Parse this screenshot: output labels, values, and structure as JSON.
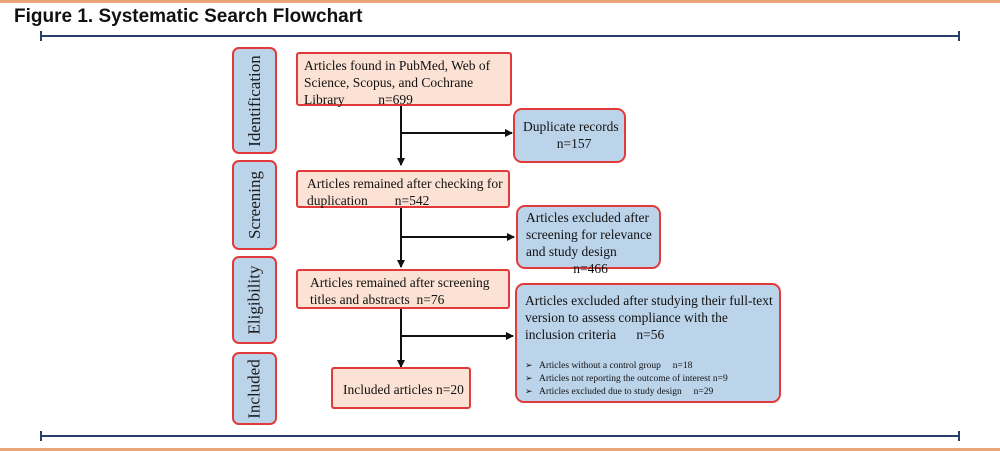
{
  "figure_title": "Figure 1. Systematic Search Flowchart",
  "stages": {
    "identification": "Identification",
    "screening": "Screening",
    "eligibility": "Eligibility",
    "included": "Included"
  },
  "boxes": {
    "identified": "Articles found in PubMed, Web of\nScience, Scopus, and Cochrane\nLibrary          n=699",
    "duplicates": "Duplicate records\n          n=157",
    "after_duplication": "Articles remained after checking for\nduplication        n=542",
    "excluded_relevance": "Articles excluded after\nscreening for relevance\nand study design\n              n=466",
    "after_screening": "Articles remained after screening\ntitles and abstracts  n=76",
    "excluded_fulltext": "Articles excluded after studying their full-text\nversion to assess compliance with the\ninclusion criteria      n=56",
    "included": "Included articles n=20"
  },
  "exclusion_reasons": [
    "Articles without a control group     n=18",
    "Articles not reporting the outcome of interest n=9",
    "Articles excluded due to study design     n=29"
  ],
  "colors": {
    "border": "#e23a3a",
    "stage_fill": "#bcd4ea",
    "peach_fill": "#fbe2d4",
    "blue_fill": "#bcd4ea",
    "rule": "#2c3e6a",
    "frame": "#e9a477"
  },
  "icons": {
    "bullet": "arrowhead-bullet-icon"
  }
}
